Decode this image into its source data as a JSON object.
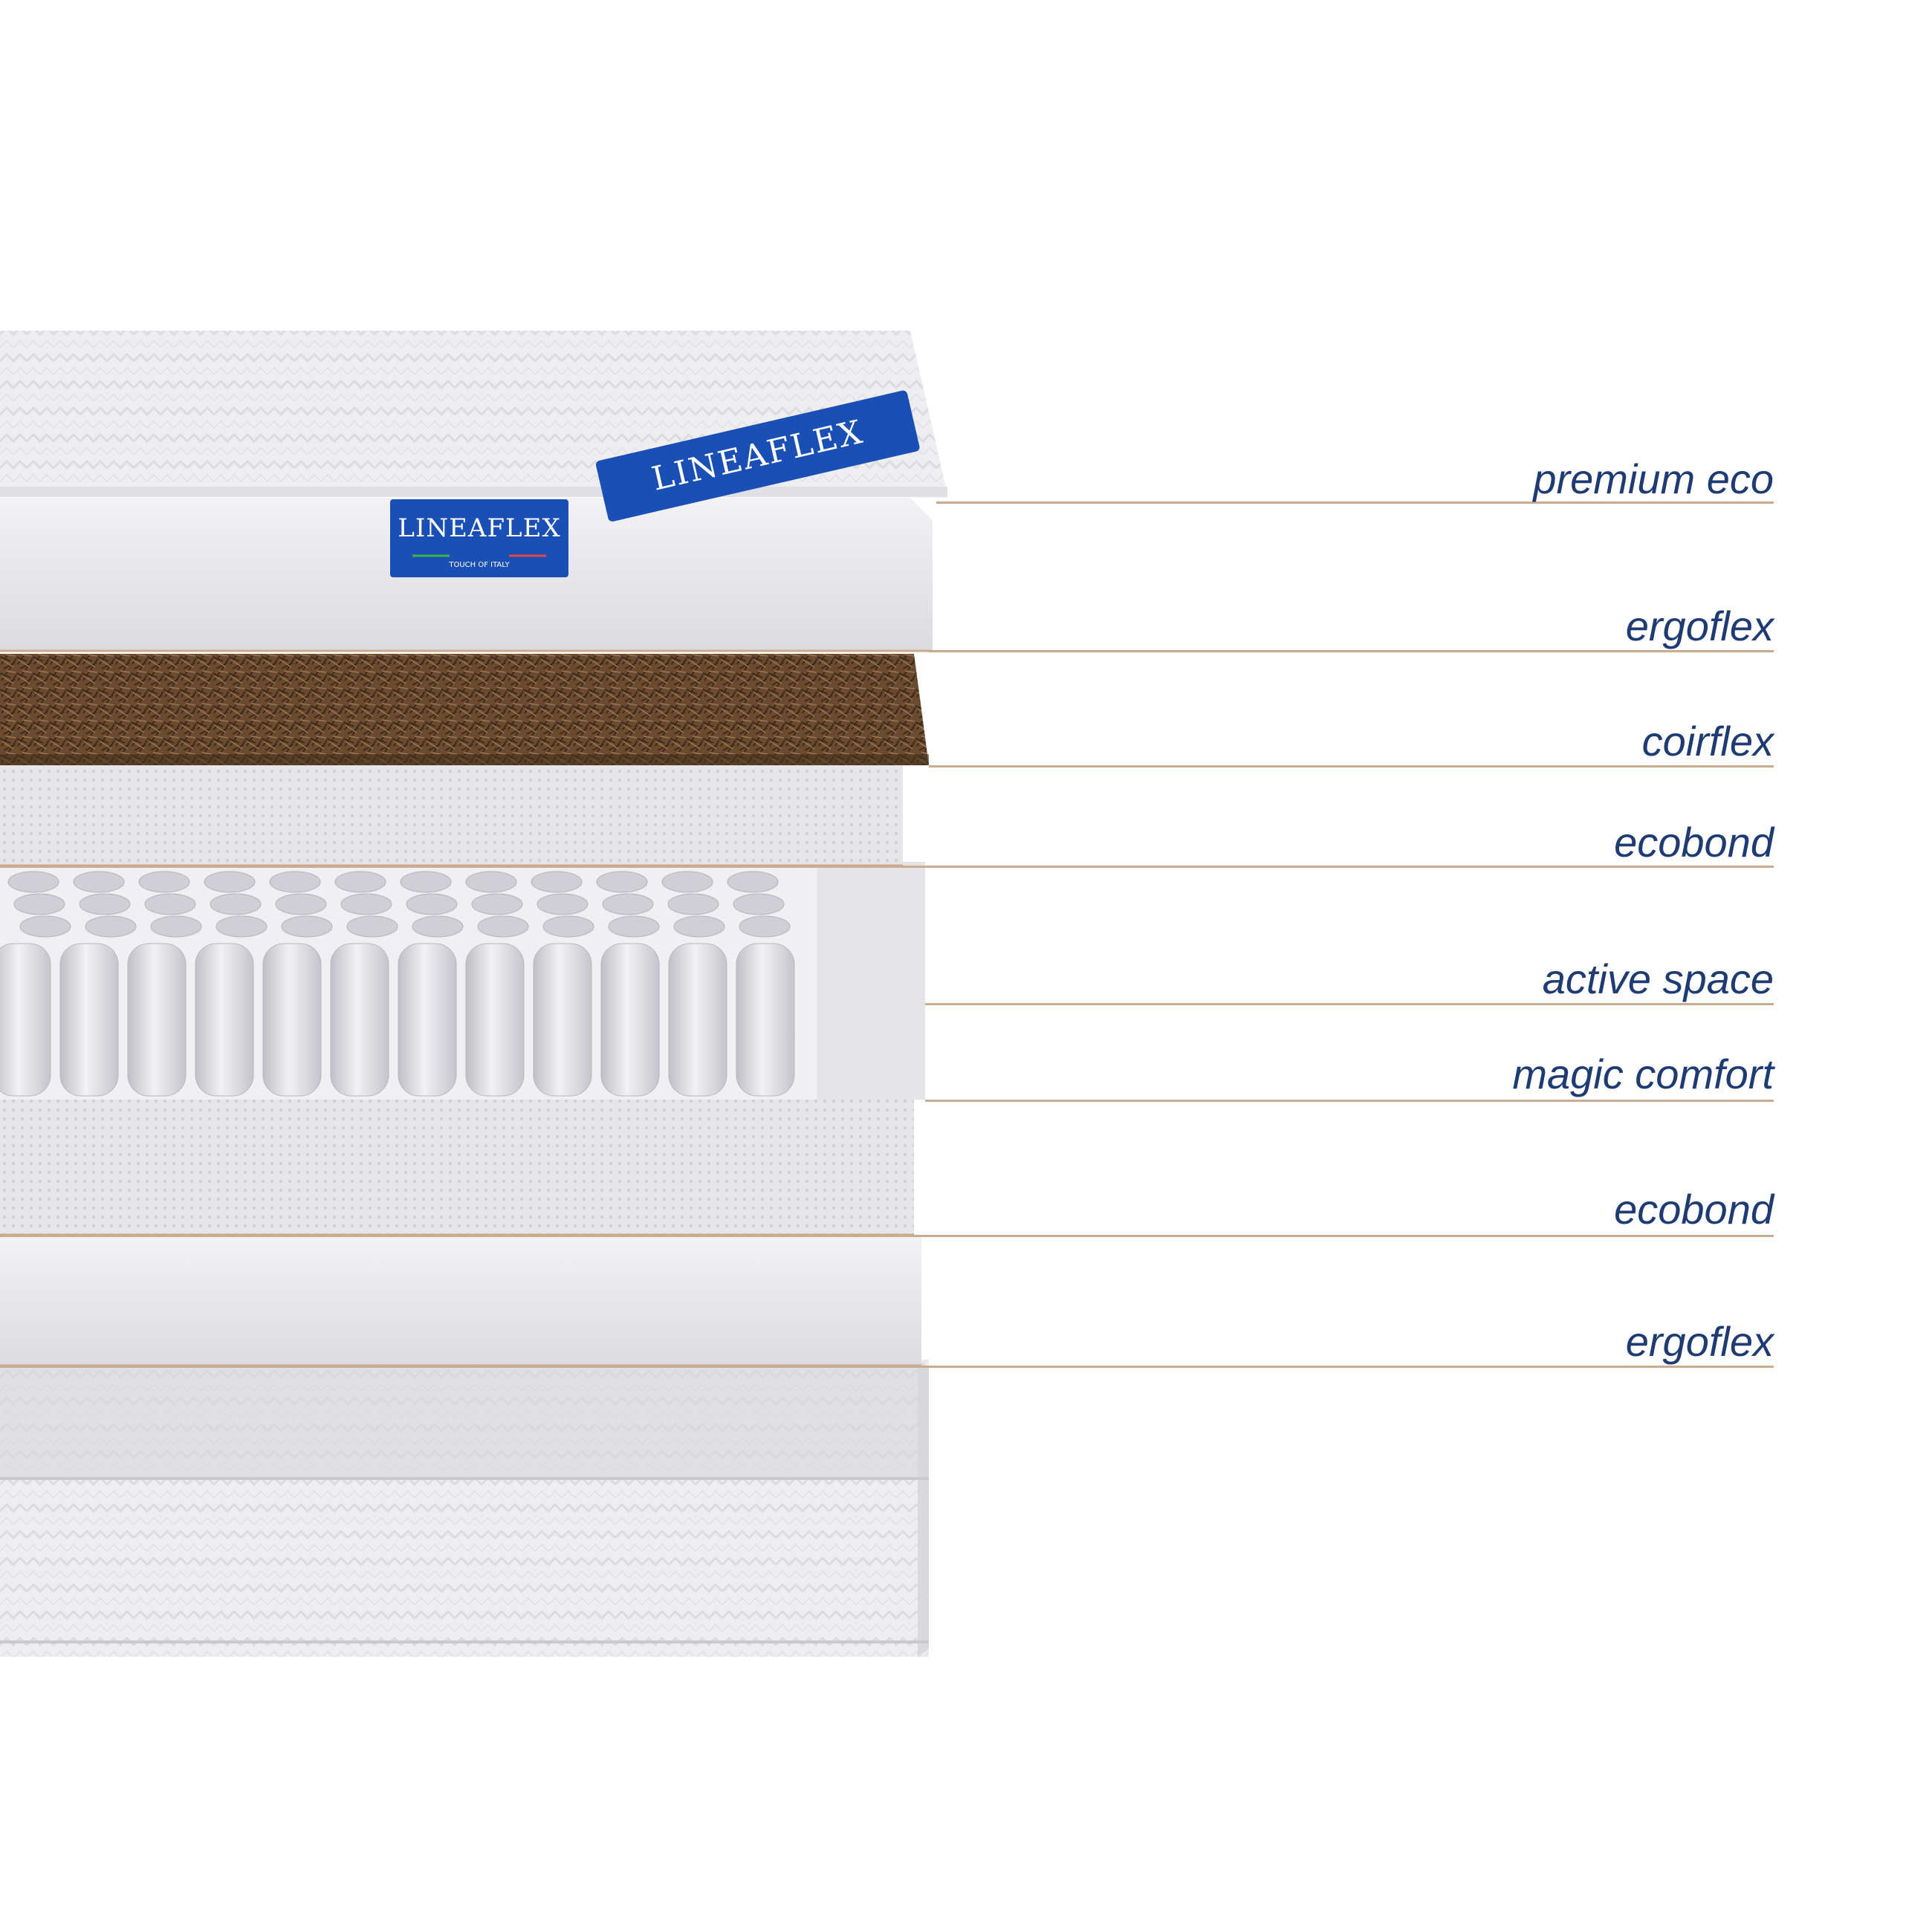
{
  "brand": {
    "logo_text": "LINEAFLEX",
    "tagline": "TOUCH OF ITALY",
    "label_color": "#1f3b73",
    "accent_color": "#1a4fb5",
    "leader_color": "#c9ac8e"
  },
  "layers": [
    {
      "label": "premium eco"
    },
    {
      "label": "ergoflex"
    },
    {
      "label": "coirflex"
    },
    {
      "label": "ecobond"
    },
    {
      "label": "active space"
    },
    {
      "label": "magic comfort"
    },
    {
      "label": "ecobond"
    },
    {
      "label": "ergoflex"
    }
  ]
}
